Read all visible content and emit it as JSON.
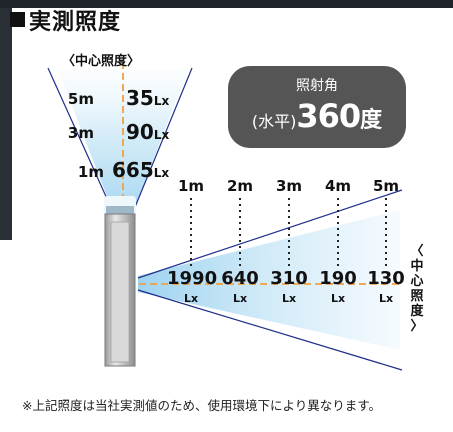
{
  "title": "実測照度",
  "center_caption": "〈中心照度〉",
  "vertical_readings": [
    {
      "distance": "5m",
      "lux": "35",
      "unit": "Lx"
    },
    {
      "distance": "3m",
      "lux": "90",
      "unit": "Lx"
    },
    {
      "distance": "1m",
      "lux": "665",
      "unit": "Lx"
    }
  ],
  "badge": {
    "label": "照射角",
    "paren": "(水平)",
    "value": "360",
    "unit": "度"
  },
  "horizontal_readings": [
    {
      "distance": "1m",
      "lux": "1990",
      "unit": "Lx"
    },
    {
      "distance": "2m",
      "lux": "640",
      "unit": "Lx"
    },
    {
      "distance": "3m",
      "lux": "310",
      "unit": "Lx"
    },
    {
      "distance": "4m",
      "lux": "190",
      "unit": "Lx"
    },
    {
      "distance": "5m",
      "lux": "130",
      "unit": "Lx"
    }
  ],
  "side_caption": [
    "〈",
    "中",
    "心",
    "照",
    "度",
    "〉"
  ],
  "note": "※上記照度は当社実測値のため、使用環境下により異なります。",
  "colors": {
    "beam_light": "#bfe3f5",
    "beam_edge": "#1f2f8a",
    "axis_orange": "#f0a040",
    "badge_bg": "#555555",
    "lamp_gray": "#c9c9c9"
  }
}
